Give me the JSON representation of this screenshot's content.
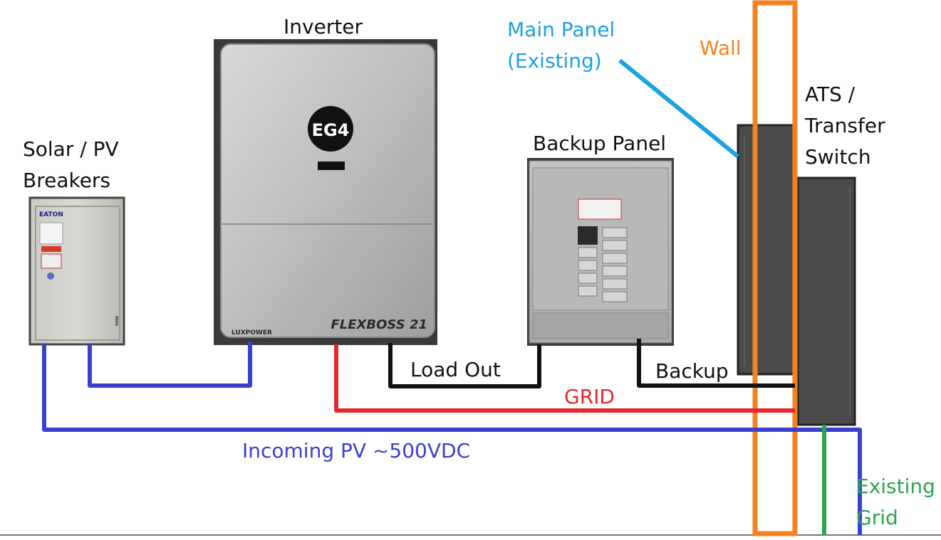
{
  "labels": {
    "inverter": "Inverter",
    "solar_line1": "Solar / PV",
    "solar_line2": "Breakers",
    "main_panel_line1": "Main Panel",
    "main_panel_line2": "(Existing)",
    "wall": "Wall",
    "ats_line1": "ATS /",
    "ats_line2": "Transfer",
    "ats_line3": "Switch",
    "backup_panel": "Backup Panel",
    "load_out": "Load Out",
    "backup": "Backup",
    "grid": "GRID",
    "incoming_pv": "Incoming PV ~500VDC",
    "existing_grid_line1": "Existing",
    "existing_grid_line2": "Grid"
  },
  "device_markings": {
    "inverter_logo": "EG4",
    "inverter_model": "FLEXBOSS 21",
    "inverter_maker": "LUXPOWER",
    "disconnect_brand": "EATON"
  },
  "colors": {
    "pv_wire": "#3b3fd0",
    "grid_wire": "#e8262d",
    "load_wire": "#111111",
    "main_panel_label": "#1aa3e0",
    "wall": "#f58220",
    "existing_grid": "#2aa64a"
  }
}
